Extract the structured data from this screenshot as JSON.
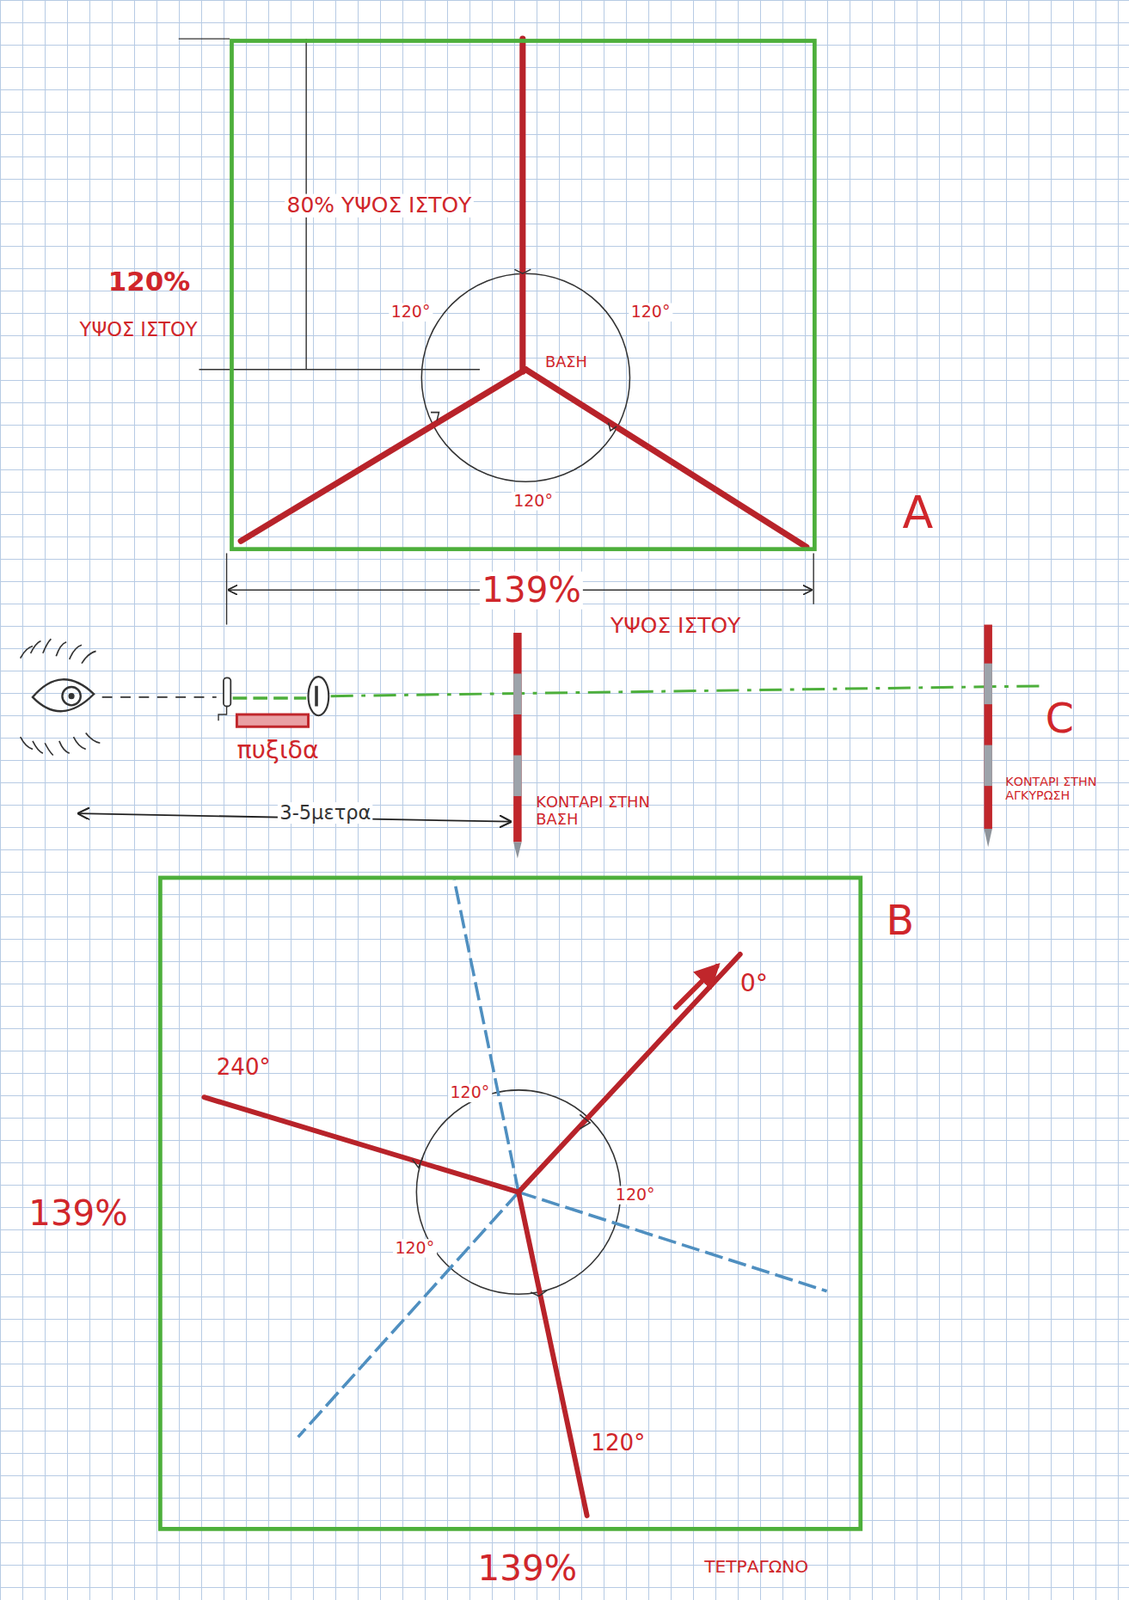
{
  "diagram": {
    "nodes": [
      {
        "text": [
          "80% ΥΨΟΣ ΙΣΤΟΥ",
          "120°",
          "120°",
          "ΒΑΣΗ",
          "120°"
        ]
      },
      {
        "text": [
          "240°",
          "120°",
          "0°",
          "120°",
          "120°",
          "120°"
        ]
      }
    ],
    "labels": [
      "120%",
      "ΥΨΟΣ ΙΣΤΟΥ",
      "A",
      "139%",
      "ΥΨΟΣ ΙΣΤΟΥ",
      "πυξιδα",
      "3-5μετρα",
      "ΚΟΝΤΑΡΙ ΣΤΗΝ ΒΑΣΗ",
      "C",
      "ΚΟΝΤΑΡΙ ΣΤΗΝ ΑΓΚΥΡΩΣΗ",
      "B",
      "139%",
      "139%",
      "ΤΕΤΡΑΓΩΝΟ"
    ]
  }
}
